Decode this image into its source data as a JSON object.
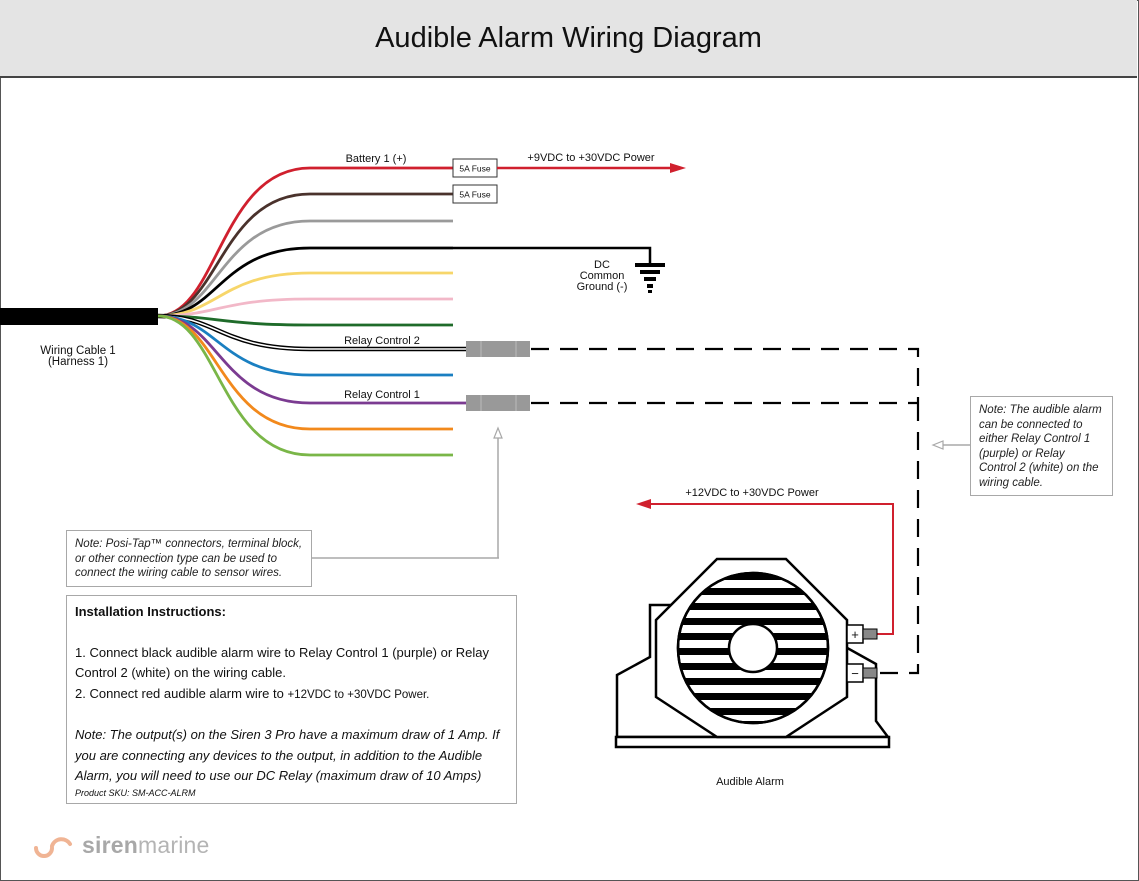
{
  "title": "Audible Alarm Wiring Diagram",
  "colors": {
    "red": "#d0202e",
    "brown": "#4a322c",
    "gray": "#9a9a9a",
    "black": "#000000",
    "yellow": "#f7d66a",
    "pink": "#f2b8c8",
    "green": "#1f6b2a",
    "white": "#ffffff",
    "blue": "#1a7fc1",
    "purple": "#7b3b91",
    "orange": "#f2891c",
    "light_green": "#7ab648",
    "connector": "#999999",
    "note_border": "#a8a8a8",
    "title_bg": "#e4e4e4",
    "logo_accent": "#f0b494"
  },
  "cable": {
    "label_line1": "Wiring Cable 1",
    "label_line2": "(Harness 1)"
  },
  "wires": [
    {
      "color": "red",
      "label": "Battery 1 (+)",
      "fuse": "5A Fuse",
      "destination": "+9VDC to +30VDC Power"
    },
    {
      "color": "brown",
      "label": "",
      "fuse": "5A Fuse"
    },
    {
      "color": "gray",
      "label": ""
    },
    {
      "color": "black",
      "label": "",
      "destination": "DC Common Ground (-)"
    },
    {
      "color": "yellow",
      "label": ""
    },
    {
      "color": "pink",
      "label": ""
    },
    {
      "color": "green",
      "label": ""
    },
    {
      "color": "white",
      "label": "Relay Control 2",
      "connector": true
    },
    {
      "color": "blue",
      "label": ""
    },
    {
      "color": "purple",
      "label": "Relay Control 1",
      "connector": true
    },
    {
      "color": "orange",
      "label": ""
    },
    {
      "color": "light_green",
      "label": ""
    }
  ],
  "labels": {
    "battery": "Battery 1 (+)",
    "fuse1": "5A Fuse",
    "fuse2": "5A Fuse",
    "power_out": "+9VDC to +30VDC Power",
    "ground_line1": "DC",
    "ground_line2": "Common",
    "ground_line3": "Ground (-)",
    "relay2": "Relay Control 2",
    "relay1": "Relay Control 1",
    "alarm_power": "+12VDC to +30VDC Power",
    "alarm": "Audible Alarm",
    "plus": "+",
    "minus": "−"
  },
  "notes": {
    "right": "Note: The audible alarm can be connected to either Relay Control 1 (purple) or Relay Control 2 (white) on the wiring cable.",
    "left": "Note: Posi-Tap™ connectors, terminal block, or other connection type can be used to connect the wiring cable to sensor wires."
  },
  "instructions": {
    "heading": "Installation Instructions:",
    "step1": "1. Connect black audible alarm wire to Relay Control 1 (purple) or Relay Control 2 (white) on the wiring cable.",
    "step2_prefix": "2. Connect red audible alarm wire to ",
    "step2_power": "+12VDC to +30VDC Power.",
    "note": "Note: The output(s) on the Siren 3 Pro have a maximum draw of 1 Amp. If you are connecting any devices to the output, in addition to the Audible Alarm, you will need to use our DC Relay (maximum draw of 10 Amps)",
    "sku": "Product SKU: SM-ACC-ALRM"
  },
  "logo": {
    "bold": "siren",
    "light": "marine"
  }
}
